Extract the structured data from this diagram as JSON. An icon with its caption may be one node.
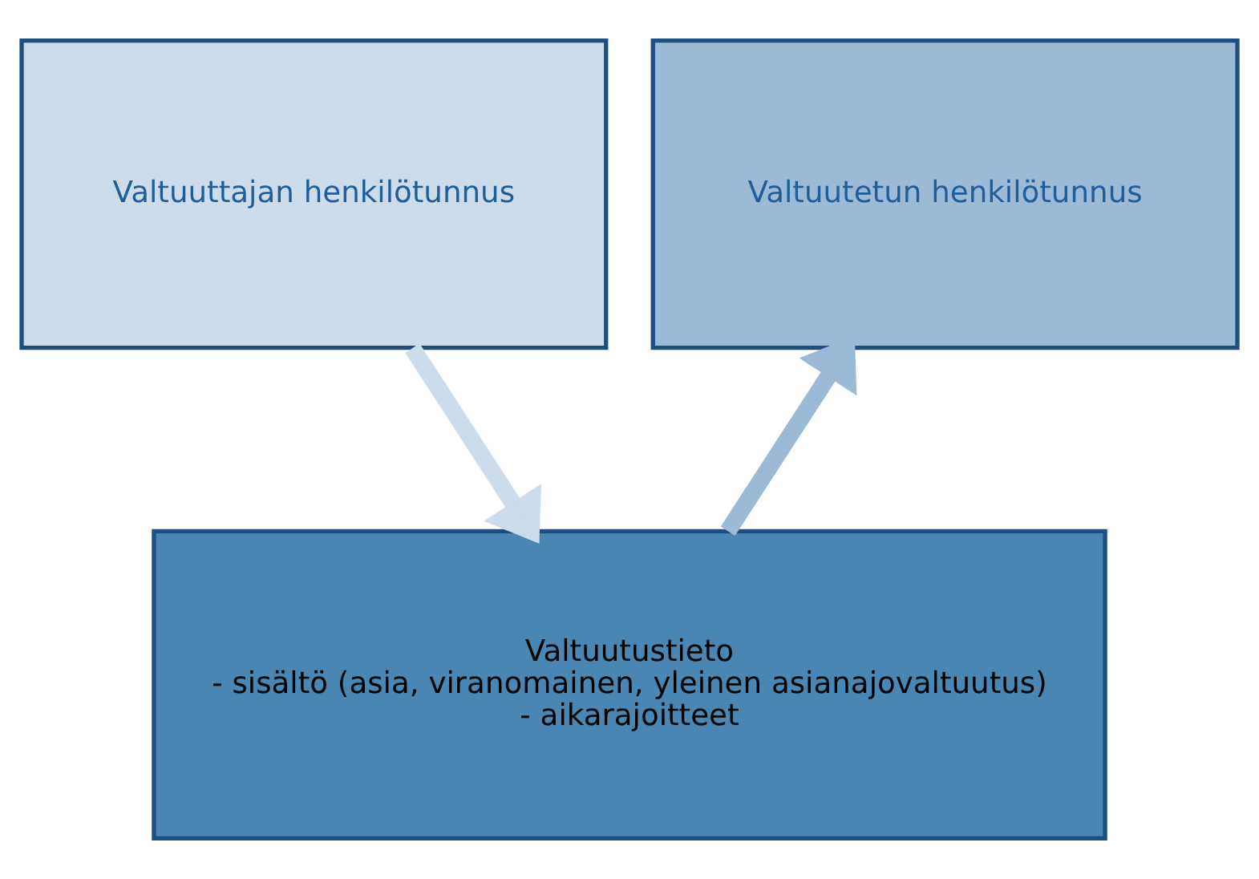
{
  "diagram": {
    "nodes": [
      {
        "text": [
          "Valtuuttajan henkilötunnus"
        ]
      },
      {
        "text": [
          "Valtuutetun henkilötunnus"
        ]
      },
      {
        "text": [
          "Valtuutustieto",
          "- sisältö (asia, viranomainen, yleinen asianajovaltuutus)",
          "- aikarajoitteet"
        ]
      }
    ],
    "edges": [
      {
        "from": 0,
        "to": 2,
        "arrow": "to",
        "color": "#cddcea"
      },
      {
        "from": 2,
        "to": 1,
        "arrow": "to",
        "color": "#9bbad6"
      }
    ]
  }
}
